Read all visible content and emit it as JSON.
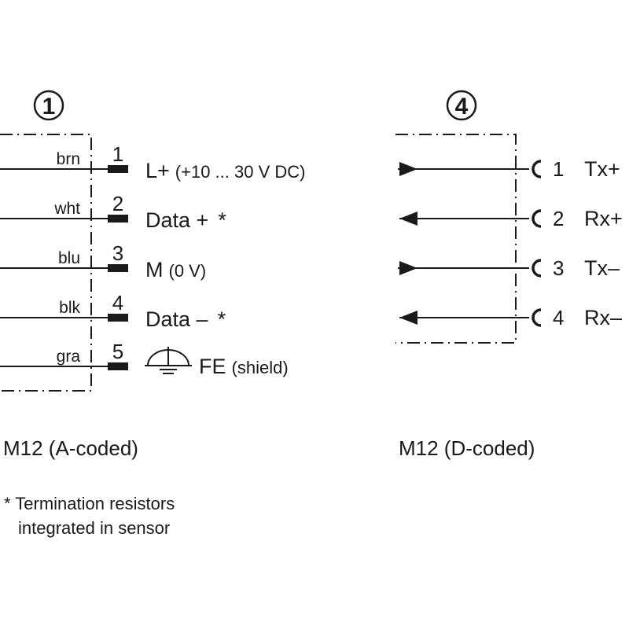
{
  "left_connector": {
    "badge": "1",
    "caption": "M12 (A-coded)",
    "pins": [
      {
        "color": "brn",
        "num": "1",
        "main": "L+",
        "sub": "(+10 ... 30 V DC)",
        "mark": ""
      },
      {
        "color": "wht",
        "num": "2",
        "main": "Data +",
        "sub": "",
        "mark": "*"
      },
      {
        "color": "blu",
        "num": "3",
        "main": "M",
        "sub": "(0 V)",
        "mark": ""
      },
      {
        "color": "blk",
        "num": "4",
        "main": "Data –",
        "sub": "",
        "mark": "*"
      },
      {
        "color": "gra",
        "num": "5",
        "main": "FE",
        "sub": "(shield)",
        "mark": "",
        "icon": "functional-earth-icon"
      }
    ]
  },
  "right_connector": {
    "badge": "4",
    "caption": "M12 (D-coded)",
    "pins": [
      {
        "num": "1",
        "signal": "Tx+",
        "direction": "in"
      },
      {
        "num": "2",
        "signal": "Rx+",
        "direction": "out"
      },
      {
        "num": "3",
        "signal": "Tx–",
        "direction": "in"
      },
      {
        "num": "4",
        "signal": "Rx–",
        "direction": "out"
      }
    ]
  },
  "footnote": {
    "line1": "* Termination resistors",
    "line2": "integrated in sensor"
  }
}
